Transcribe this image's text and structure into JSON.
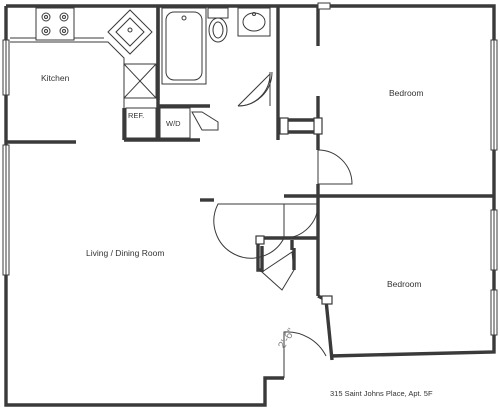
{
  "rooms": {
    "kitchen": "Kitchen",
    "living_dining": "Living / Dining Room",
    "bedroom_upper": "Bedroom",
    "bedroom_lower": "Bedroom"
  },
  "fixtures": {
    "refrigerator": "REF.",
    "washer_dryer": "W/D"
  },
  "dimension": "2'-6\"",
  "address": "315 Saint Johns Place, Apt. 5F",
  "colors": {
    "wall": "#3a3a3a",
    "background": "#ffffff"
  }
}
